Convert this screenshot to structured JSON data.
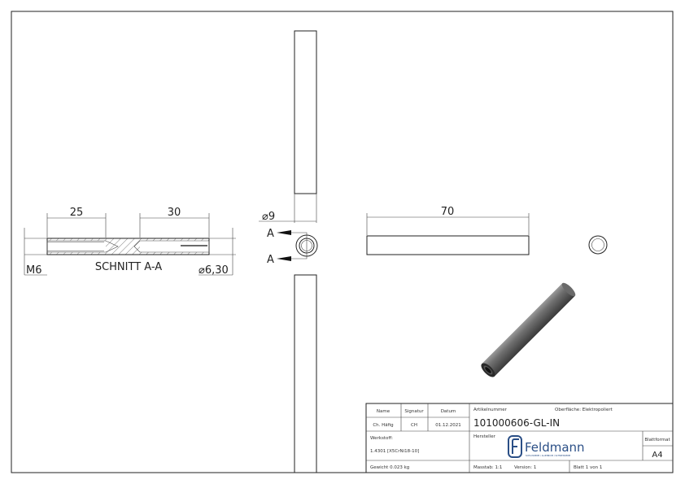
{
  "section_view": {
    "dim_thread_length": "25",
    "dim_bore_length": "30",
    "thread_label": "M6",
    "bore_diameter": "⌀6,30",
    "title": "SCHNITT A-A"
  },
  "front_view": {
    "diameter": "⌀9",
    "section_mark_top": "A",
    "section_mark_bottom": "A"
  },
  "side_view": {
    "length": "70"
  },
  "title_block": {
    "name_label": "Name",
    "signature_label": "Signatur",
    "date_label": "Datum",
    "name_value": "Ch. Häfig",
    "signature_value": "CH",
    "date_value": "01.12.2021",
    "article_label": "Artikelnummer",
    "article_number": "101000606-GL-IN",
    "surface_label": "Oberfläche: Elektropoliert",
    "material_label": "Werkstoff:",
    "material_value": "1.4301 [X5CrNi18-10]",
    "manufacturer_label": "Hersteller",
    "logo_text": "Feldmann",
    "logo_tagline": "SCHLOSSEREI / ALUMINIUM / SCHWEISSEREI",
    "format_label": "Blattformat",
    "format_value": "A4",
    "weight": "Gewicht 0.023 kg",
    "scale": "Masstab: 1:1",
    "version": "Version: 1",
    "sheet": "Blatt 1 von 1"
  },
  "colors": {
    "logo": "#2b4f86",
    "line": "#222222"
  }
}
